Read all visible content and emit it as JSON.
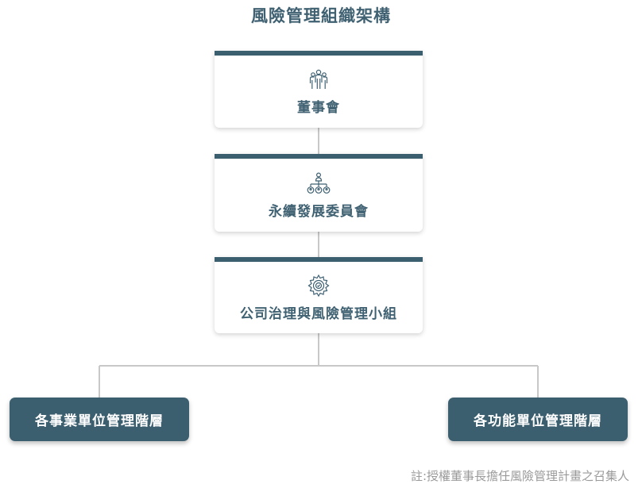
{
  "title": "風險管理組織架構",
  "nodes": {
    "board": {
      "label": "董事會",
      "icon": "people-group-icon"
    },
    "sustainability": {
      "label": "永續發展委員會",
      "icon": "hierarchy-icon"
    },
    "governance": {
      "label": "公司治理與風險管理小組",
      "icon": "gear-icon"
    },
    "business_units": {
      "label": "各事業單位管理階層"
    },
    "functional_units": {
      "label": "各功能單位管理階層"
    }
  },
  "note": "註:授權董事長擔任風險管理計畫之召集人",
  "colors": {
    "primary": "#3c5f6f",
    "title": "#3f6172",
    "connector": "#c8c8c8",
    "note": "#9a9a9a"
  }
}
